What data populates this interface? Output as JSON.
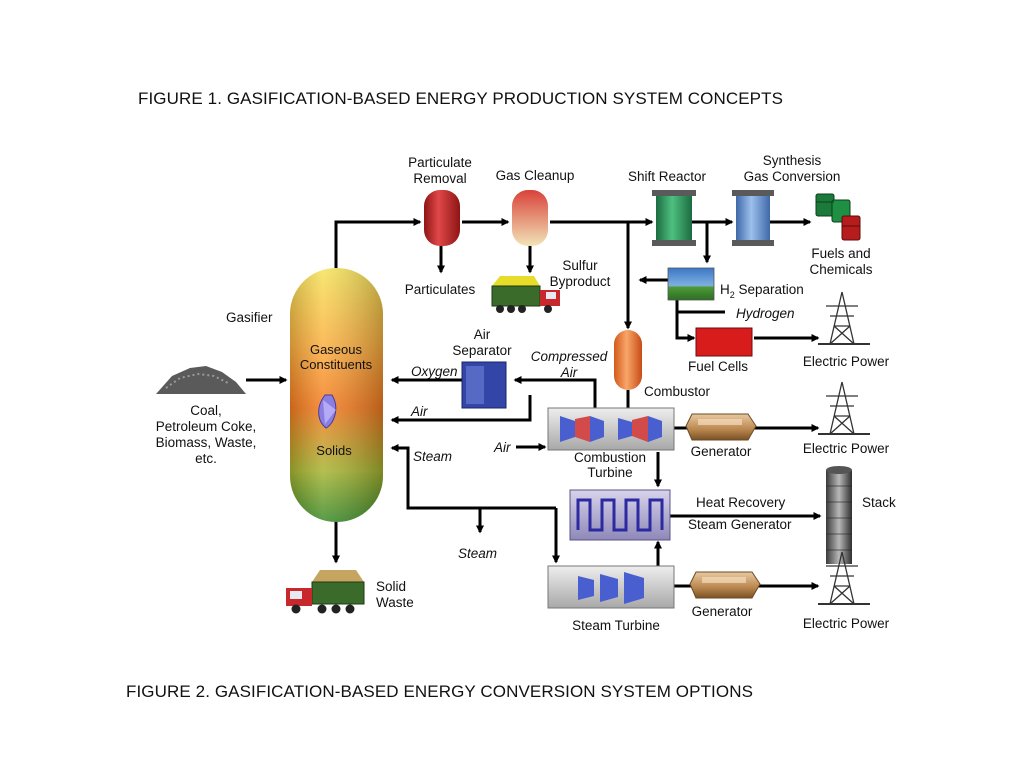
{
  "captions": {
    "figure1": "FIGURE 1. GASIFICATION-BASED ENERGY PRODUCTION SYSTEM CONCEPTS",
    "figure2": "FIGURE 2. GASIFICATION-BASED ENERGY CONVERSION SYSTEM OPTIONS"
  },
  "labels": {
    "particulate_removal": [
      "Particulate",
      "Removal"
    ],
    "gas_cleanup": "Gas Cleanup",
    "shift_reactor": "Shift Reactor",
    "synthesis_gas_conversion": [
      "Synthesis",
      "Gas Conversion"
    ],
    "fuels_and_chemicals": [
      "Fuels and",
      "Chemicals"
    ],
    "particulates": "Particulates",
    "sulfur_byproduct": [
      "Sulfur",
      "Byproduct"
    ],
    "h2_separation": {
      "h": "H",
      "sub": "2",
      "rest": " Separation"
    },
    "hydrogen": "Hydrogen",
    "gasifier": "Gasifier",
    "gaseous_constituents": [
      "Gaseous",
      "Constituents"
    ],
    "solids": "Solids",
    "air_separator": [
      "Air",
      "Separator"
    ],
    "compressed_air": [
      "Compressed",
      "Air"
    ],
    "oxygen": "Oxygen",
    "air_1": "Air",
    "air_2": "Air",
    "steam_1": "Steam",
    "steam_2": "Steam",
    "fuel_cells": "Fuel Cells",
    "combustor": "Combustor",
    "combustion_turbine": [
      "Combustion",
      "Turbine"
    ],
    "generator_1": "Generator",
    "generator_2": "Generator",
    "electric_power_1": "Electric Power",
    "electric_power_2": "Electric Power",
    "electric_power_3": "Electric Power",
    "feedstock": [
      "Coal,",
      "Petroleum Coke,",
      "Biomass, Waste,",
      "etc."
    ],
    "heat_recovery": "Heat Recovery",
    "steam_generator": "Steam Generator",
    "stack": "Stack",
    "steam_turbine": "Steam Turbine",
    "solid_waste": [
      "Solid",
      "Waste"
    ]
  },
  "colors": {
    "vessel_red": "#c62828",
    "shift_green": "#2e8b57",
    "synthesis_blue": "#5b87c5",
    "air_separator_blue": "#3346a8",
    "fuel_cells_red": "#d81b1b",
    "combustor_orange": "#f07a2a",
    "drum_green": "#1b7a3a",
    "drum_red": "#b71c1c"
  }
}
